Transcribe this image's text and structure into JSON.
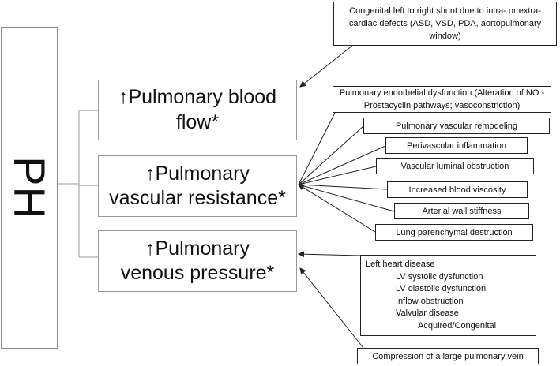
{
  "ph_label": "PH",
  "main_boxes": [
    {
      "line1": "↑Pulmonary blood",
      "line2": "flow*"
    },
    {
      "line1": "↑Pulmonary",
      "line2": "vascular resistance*"
    },
    {
      "line1": "↑Pulmonary",
      "line2": "venous pressure*"
    }
  ],
  "congenital": "Congenital left to right shunt due to intra- or extra-cardiac defects (ASD, VSD, PDA, aortopulmonary window)",
  "resistance_causes": {
    "endothelial": "Pulmonary endothelial dysfunction (Alteration of NO - Prostacyclin pathways; vasoconstriction)",
    "items": [
      "Pulmonary vascular remodeling",
      "Perivascular inflammation",
      "Vascular luminal obstruction",
      "Increased blood viscosity",
      "Arterial wall stiffness",
      "Lung parenchymal destruction"
    ]
  },
  "left_heart": {
    "title": "Left heart disease",
    "items": [
      "LV systolic dysfunction",
      "LV diastolic dysfunction",
      "Inflow obstruction",
      "Valvular disease"
    ],
    "subitem": "Acquired/Congenital"
  },
  "compression": "Compression of a large pulmonary vein"
}
